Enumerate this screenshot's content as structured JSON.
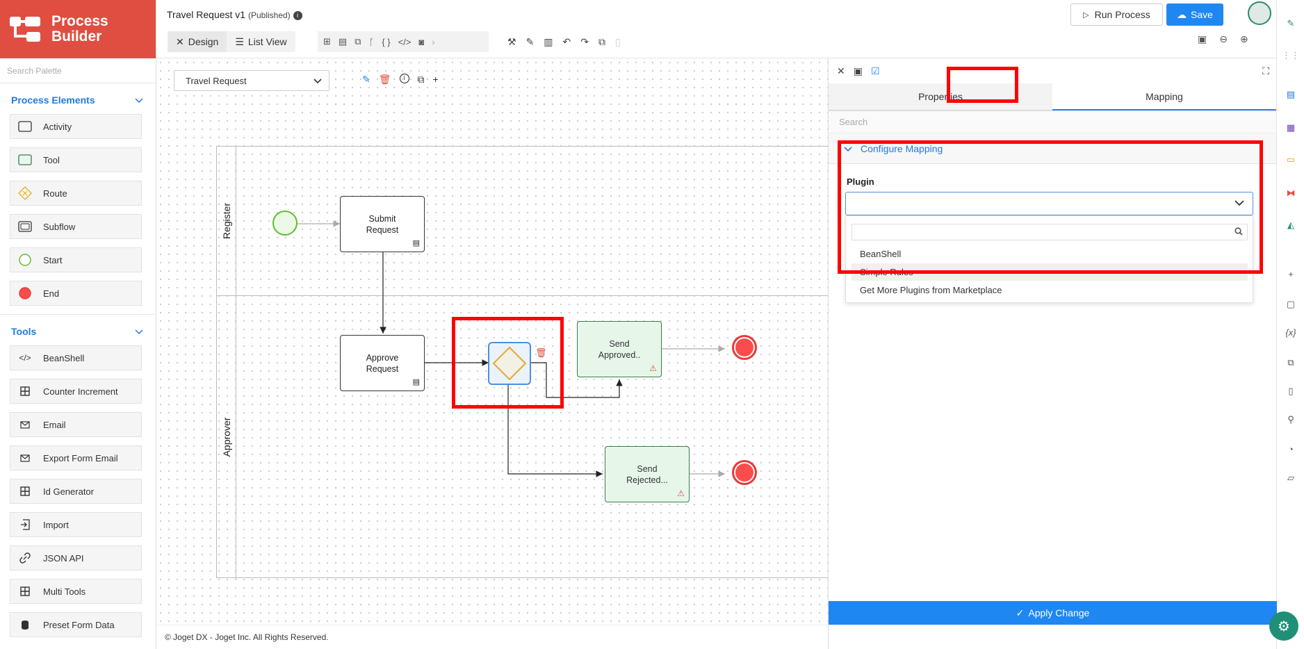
{
  "logo": {
    "line1": "Process",
    "line2": "Builder"
  },
  "palette": {
    "search_placeholder": "Search Palette",
    "process_elements_title": "Process Elements",
    "process_elements": [
      "Activity",
      "Tool",
      "Route",
      "Subflow",
      "Start",
      "End"
    ],
    "tools_title": "Tools",
    "tools": [
      "BeanShell",
      "Counter Increment",
      "Email",
      "Export Form Email",
      "Id Generator",
      "Import",
      "JSON API",
      "Multi Tools",
      "Preset Form Data"
    ]
  },
  "header": {
    "title": "Travel Request v1",
    "status": "(Published)",
    "tab_design": "Design",
    "tab_list": "List View",
    "run_label": "Run Process",
    "save_label": "Save"
  },
  "canvas": {
    "process_select": "Travel Request",
    "lanes": [
      "Register",
      "Approver"
    ],
    "nodes": {
      "submit": "Submit Request",
      "approve": "Approve Request",
      "send_approved": "Send Approved..",
      "send_rejected": "Send Rejected..."
    }
  },
  "footer": {
    "text": "© Joget DX - Joget Inc. All Rights Reserved."
  },
  "panel": {
    "tab_properties": "Properties",
    "tab_mapping": "Mapping",
    "search_placeholder": "Search",
    "section_title": "Configure Mapping",
    "plugin_label": "Plugin",
    "plugin_value": "",
    "options": [
      "BeanShell",
      "Simple Rules",
      "Get More Plugins from Marketplace"
    ],
    "apply_label": "Apply Change"
  },
  "colors": {
    "brand": "#e04e41",
    "accent": "#1f87f2",
    "highlight_box": "#ff0000"
  }
}
